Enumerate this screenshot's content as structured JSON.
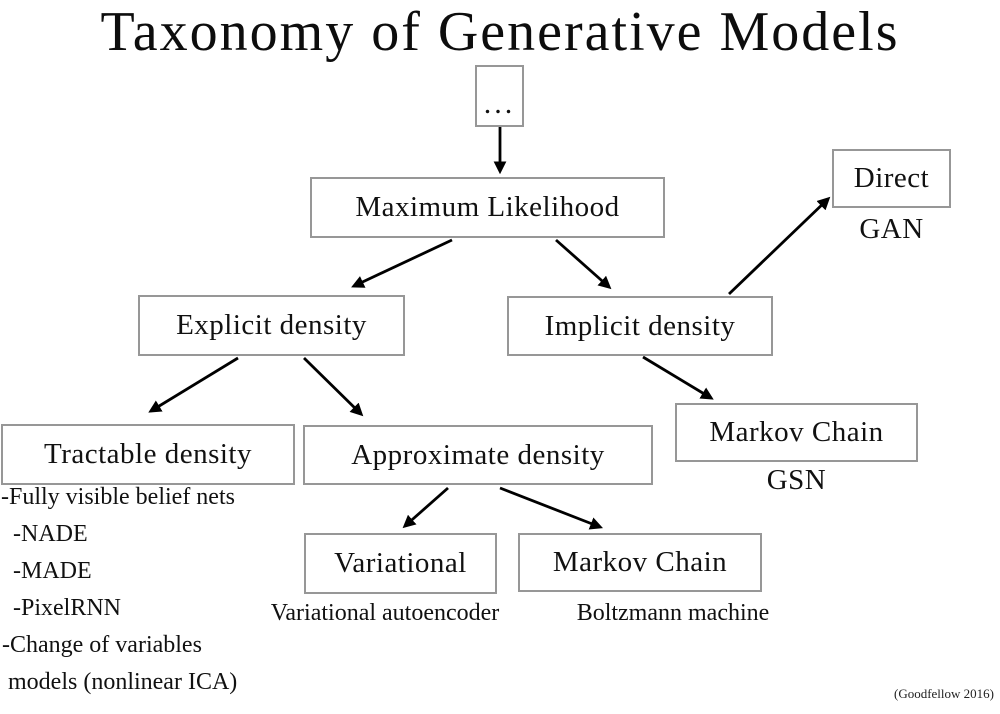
{
  "title": "Taxonomy of Generative Models",
  "attribution": "(Goodfellow 2016)",
  "colors": {
    "box_border": "#979797",
    "text": "#111111",
    "arrow": "#000000"
  },
  "nodes": {
    "root": {
      "label": "..."
    },
    "max_likelihood": {
      "label": "Maximum Likelihood"
    },
    "explicit_density": {
      "label": "Explicit density"
    },
    "implicit_density": {
      "label": "Implicit density"
    },
    "direct": {
      "label": "Direct",
      "sublabel": "GAN"
    },
    "tractable_density": {
      "label": "Tractable density"
    },
    "approximate_density": {
      "label": "Approximate density"
    },
    "markov_chain_gsn": {
      "label": "Markov Chain",
      "sublabel": "GSN"
    },
    "variational": {
      "label": "Variational",
      "sublabel": "Variational autoencoder"
    },
    "markov_chain_boltzmann": {
      "label": "Markov Chain",
      "sublabel": "Boltzmann machine"
    }
  },
  "tractable_items": [
    "-Fully visible belief nets",
    "-NADE",
    "-MADE",
    "-PixelRNN",
    "-Change of variables",
    "models (nonlinear ICA)"
  ]
}
